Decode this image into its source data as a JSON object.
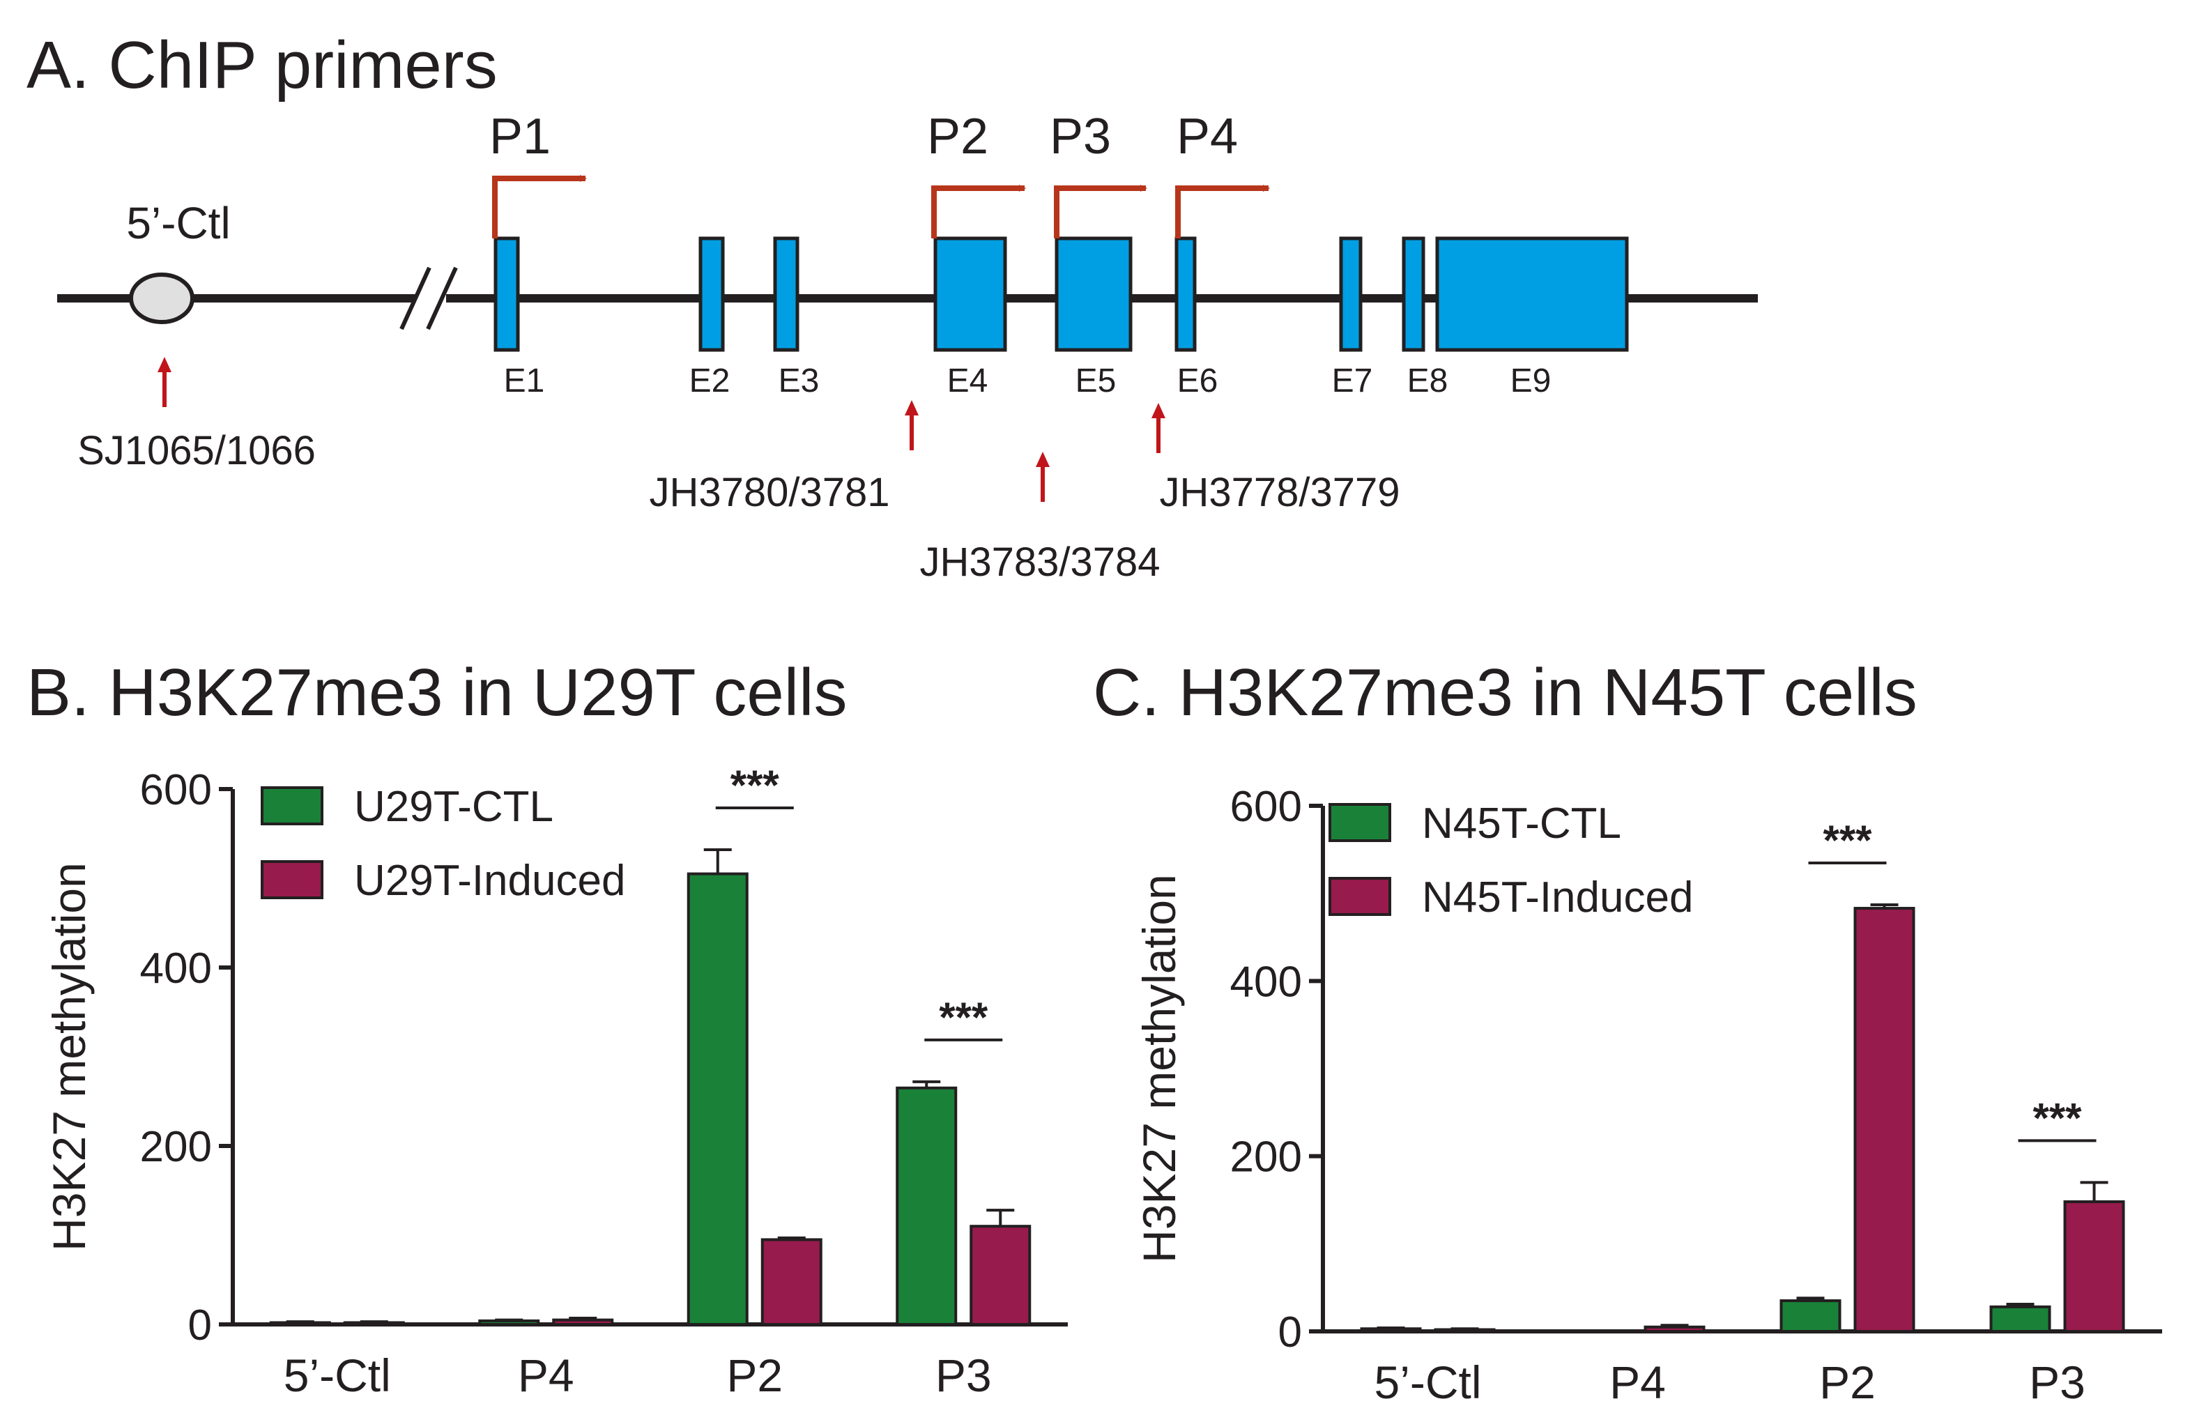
{
  "panel_a": {
    "title": "A. ChIP primers",
    "control_label": "5’-Ctl",
    "promoters": [
      "P1",
      "P2",
      "P3",
      "P4"
    ],
    "exons": [
      "E1",
      "E2",
      "E3",
      "E4",
      "E5",
      "E6",
      "E7",
      "E8",
      "E9"
    ],
    "primers": [
      "SJ1065/1066",
      "JH3780/3781",
      "JH3783/3784",
      "JH3778/3779"
    ],
    "colors": {
      "exon": "#009fe3",
      "promoter_arrow": "#b7361b",
      "primer_arrow": "#c0161b",
      "control_oval": "#e0e0e0"
    }
  },
  "chart_data": [
    {
      "type": "bar",
      "title": "B. H3K27me3 in U29T cells",
      "ylabel": "H3K27 methylation",
      "xlabel": "",
      "ylim": [
        0,
        600
      ],
      "yticks": [
        "0",
        "200",
        "400",
        "600"
      ],
      "categories": [
        "5’-Ctl",
        "P4",
        "P2",
        "P3"
      ],
      "series": [
        {
          "name": "U29T-CTL",
          "color": "#198238",
          "values": [
            2,
            4,
            505,
            265
          ],
          "errors": [
            1,
            1,
            27,
            7
          ]
        },
        {
          "name": "U29T-Induced",
          "color": "#971b4c",
          "values": [
            2,
            5,
            95,
            110
          ],
          "errors": [
            1,
            2,
            2,
            18
          ]
        }
      ],
      "significance": [
        {
          "category": "P2",
          "label": "***"
        },
        {
          "category": "P3",
          "label": "***"
        }
      ],
      "legend": "top-left",
      "grid": false
    },
    {
      "type": "bar",
      "title": "C. H3K27me3 in N45T cells",
      "ylabel": "H3K27 methylation",
      "xlabel": "",
      "ylim": [
        0,
        600
      ],
      "yticks": [
        "0",
        "200",
        "400",
        "600"
      ],
      "categories": [
        "5’-Ctl",
        "P4",
        "P2",
        "P3"
      ],
      "series": [
        {
          "name": "N45T-CTL",
          "color": "#198238",
          "values": [
            3,
            0,
            35,
            28
          ],
          "errors": [
            1,
            0,
            3,
            3
          ]
        },
        {
          "name": "N45T-Induced",
          "color": "#971b4c",
          "values": [
            2,
            5,
            483,
            148
          ],
          "errors": [
            1,
            2,
            4,
            22
          ]
        }
      ],
      "significance": [
        {
          "category": "P2",
          "label": "***"
        },
        {
          "category": "P3",
          "label": "***"
        }
      ],
      "legend": "top-left",
      "grid": false
    }
  ]
}
